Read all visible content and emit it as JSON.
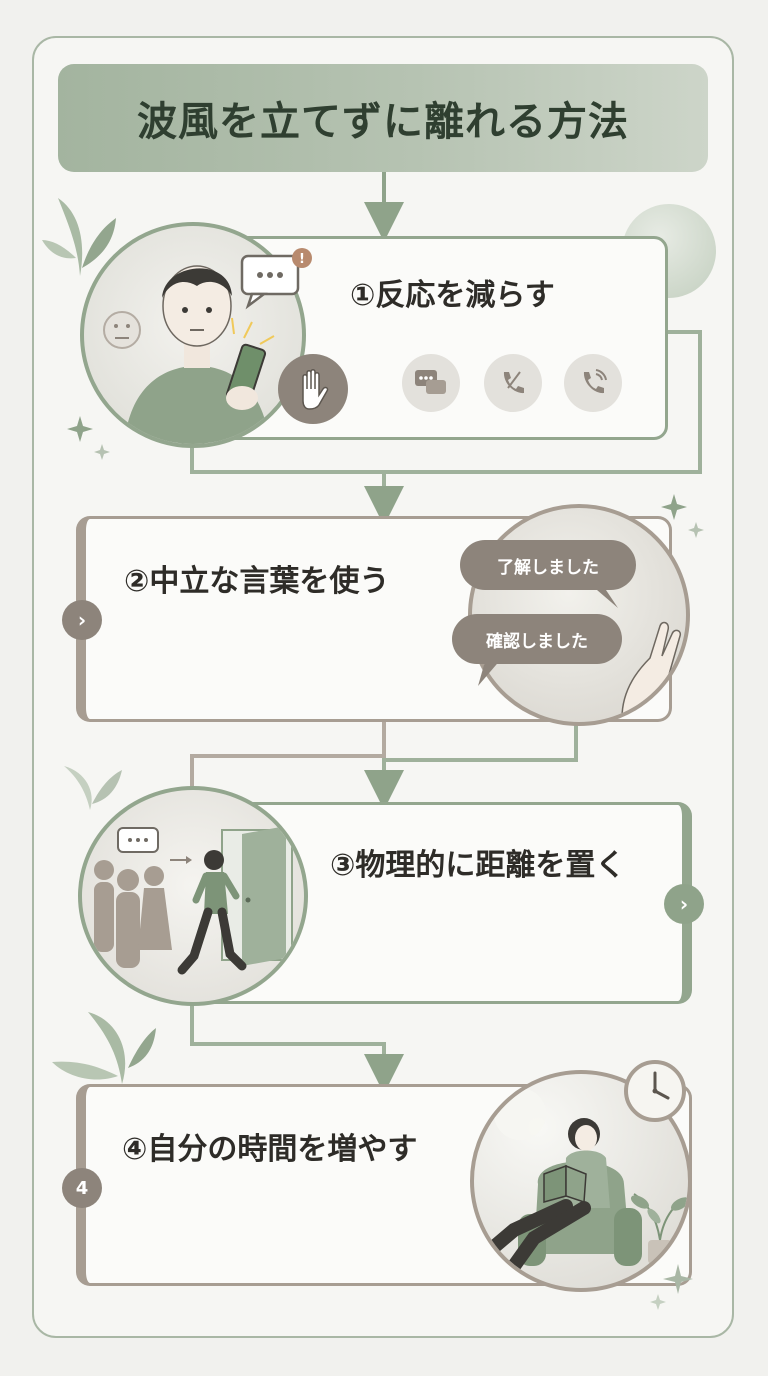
{
  "title": "波風を立てずに離れる方法",
  "steps": [
    {
      "title": "①反応を減らす",
      "icons": [
        "chat-icon",
        "phone-mute-icon",
        "phone-icon"
      ]
    },
    {
      "title": "②中立な言葉を使う",
      "bubbles": [
        "了解しました",
        "確認しました"
      ]
    },
    {
      "title": "③物理的に距離を置く"
    },
    {
      "title": "④自分の時間を増やす",
      "badge": "4"
    }
  ],
  "colors": {
    "green": "#93a68e",
    "taupe": "#a79d92",
    "title_bg": "#a3b49f",
    "text": "#2e2c28"
  }
}
